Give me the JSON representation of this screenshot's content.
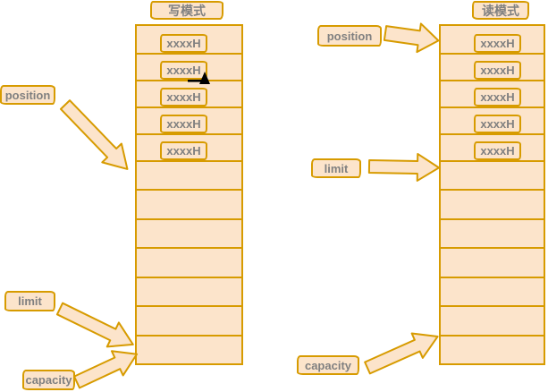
{
  "colors": {
    "fill": "#fce4cb",
    "stroke": "#d79b00",
    "text": "#808080"
  },
  "buffers": [
    {
      "title": "写模式",
      "labels": {
        "position": "position",
        "limit": "limit",
        "capacity": "capacity"
      },
      "cells": [
        "xxxxH",
        "xxxxH",
        "xxxxH",
        "xxxxH",
        "xxxxH",
        "",
        "",
        "",
        "",
        "",
        "",
        ""
      ]
    },
    {
      "title": "读模式",
      "labels": {
        "position": "position",
        "limit": "limit",
        "capacity": "capacity"
      },
      "cells": [
        "xxxxH",
        "xxxxH",
        "xxxxH",
        "xxxxH",
        "xxxxH",
        "",
        "",
        "",
        "",
        "",
        "",
        ""
      ]
    }
  ]
}
